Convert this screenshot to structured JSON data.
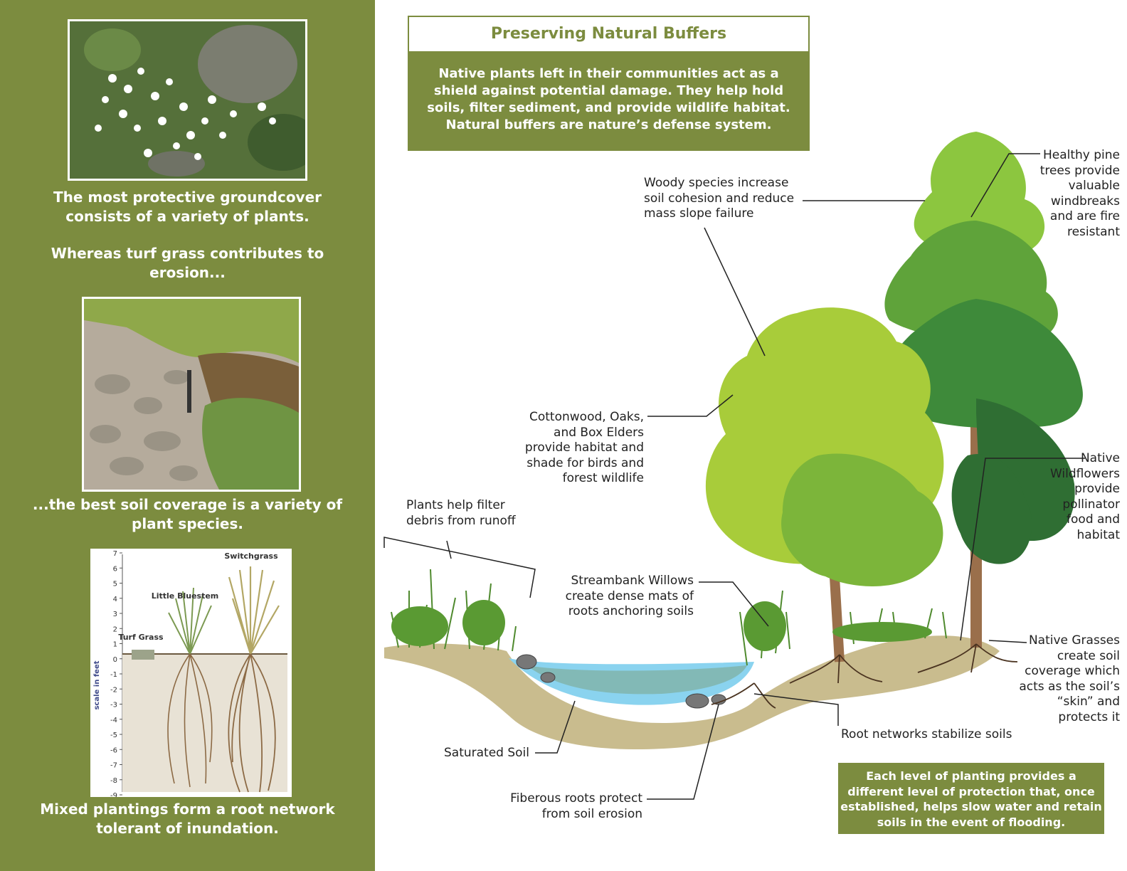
{
  "sidebar": {
    "caption_1": "The most protective groundcover consists of a variety of plants.",
    "caption_2": "Whereas turf grass contributes to erosion...",
    "caption_3": "...the best soil coverage is a variety of plant species.",
    "caption_4": "Mixed plantings form a root network tolerant of inundation.",
    "root_chart": {
      "axis_label": "scale in feet",
      "ticks": [
        "7",
        "6",
        "5",
        "4",
        "3",
        "2",
        "1",
        "0",
        "-1",
        "-2",
        "-3",
        "-4",
        "-5",
        "-6",
        "-7",
        "-8",
        "-9"
      ],
      "species": [
        "Switchgrass",
        "Little Bluestem",
        "Turf Grass"
      ]
    }
  },
  "header": {
    "title": "Preserving Natural Buffers",
    "body": "Native plants left in their communities act as a shield against potential damage. They help hold soils, filter sediment, and provide wildlife habitat. Natural buffers are nature’s defense system."
  },
  "labels": {
    "woody": "Woody species increase soil cohesion and reduce mass slope failure",
    "pine": "Healthy pine trees provide valuable windbreaks and are fire resistant",
    "cottonwood": "Cottonwood, Oaks, and Box Elders provide habitat and shade for birds and forest wildlife",
    "wildflowers": "Native Wildflowers provide pollinator food and habitat",
    "filter": "Plants help filter debris from runoff",
    "willows": "Streambank Willows create dense mats of roots anchoring soils",
    "grasses": "Native Grasses create soil coverage which acts as the soil’s “skin” and protects it",
    "roots": "Root networks stabilize soils",
    "saturated": "Saturated Soil",
    "fiberous": "Fiberous roots protect from soil erosion"
  },
  "footer_box": "Each level of planting provides a different level of protection that, once established, helps slow water and retain soils in the event of flooding.",
  "colors": {
    "sidebar_green": "#7c8c3f",
    "light_green": "#a8cc3a",
    "mid_green": "#6aa83a",
    "dark_green": "#3d7f33",
    "water": "#8ad3ef",
    "soil": "#c8b98a",
    "trunk": "#9a6f4b"
  }
}
